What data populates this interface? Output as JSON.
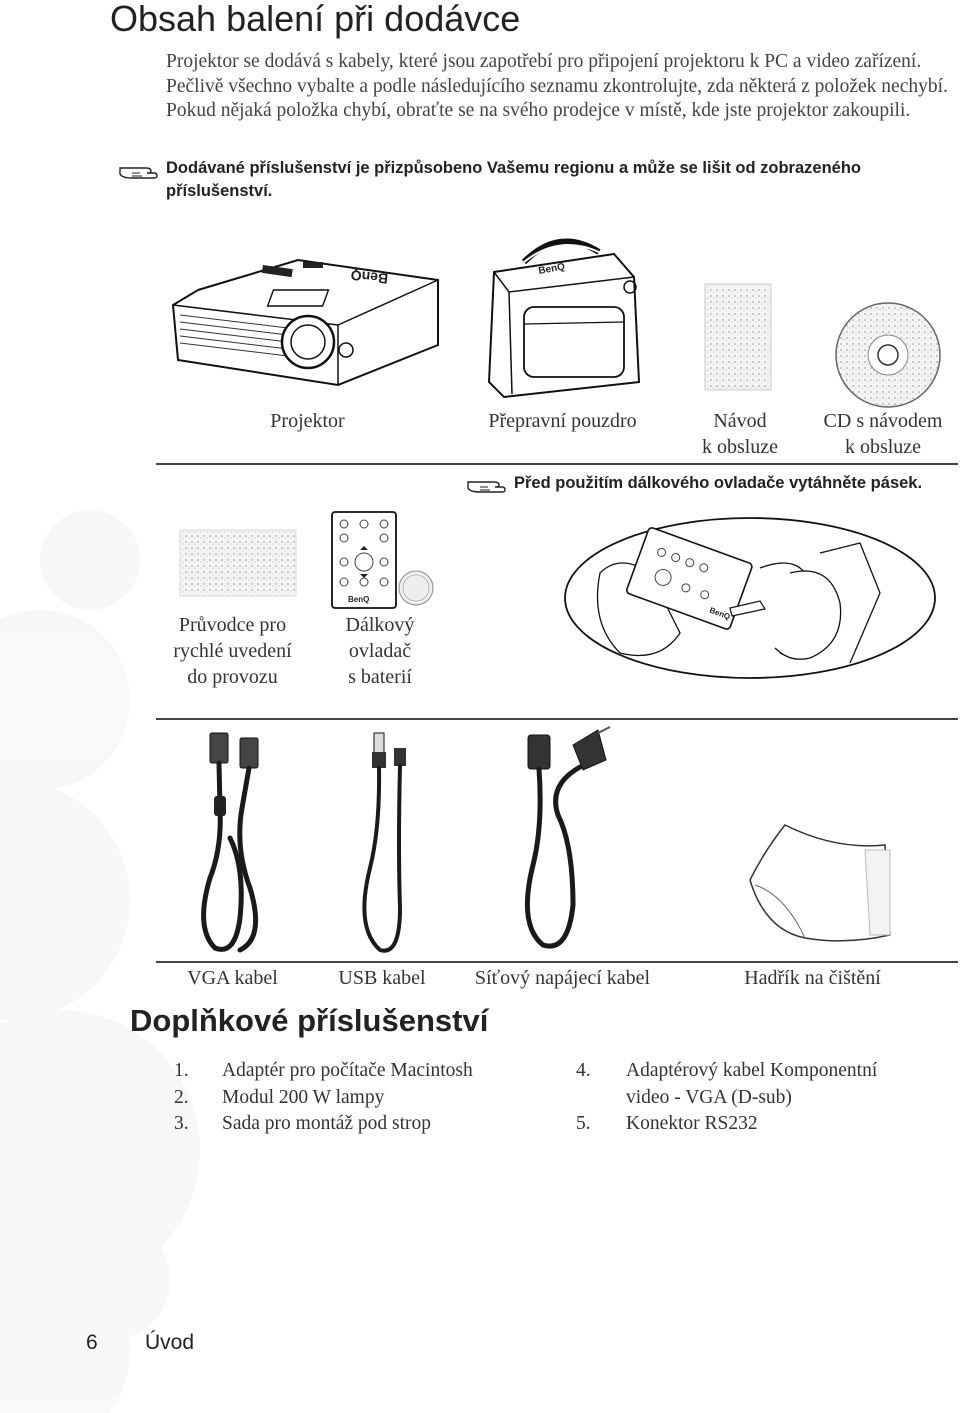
{
  "page_title": "Obsah balení při dodávce",
  "intro_text": "Projektor se dodává s kabely, které jsou zapotřebí pro připojení projektoru k PC a video zařízení. Pečlivě všechno vybalte a podle následujícího seznamu zkontrolujte, zda některá z položek nechybí. Pokud nějaká položka chybí, obraťte se na svého prodejce v místě, kde jste projektor zakoupili.",
  "note_region": "Dodávané příslušenství je přizpůsobeno Vašemu regionu a může se lišit od zobrazeného příslušenství.",
  "note_remote": "Před použitím dálkového ovladače vytáhněte pásek.",
  "row1_captions": {
    "projector": "Projektor",
    "case": "Přepravní pouzdro",
    "manual_line1": "Návod",
    "manual_line2": "k obsluze",
    "cd_line1": "CD s návodem",
    "cd_line2": "k obsluze"
  },
  "row2_captions": {
    "guide_line1": "Průvodce pro",
    "guide_line2": "rychlé uvedení",
    "guide_line3": "do provozu",
    "remote_line1": "Dálkový",
    "remote_line2": "ovladač",
    "remote_line3": "s baterií"
  },
  "row3_captions": {
    "vga": "VGA kabel",
    "usb": "USB kabel",
    "power": "Síťový napájecí kabel",
    "cloth": "Hadřík na čištění"
  },
  "brand_label": "BenQ",
  "optional_title": "Doplňkové příslušenství",
  "optional_items": [
    {
      "num": "1.",
      "text": "Adaptér pro počítače Macintosh"
    },
    {
      "num": "2.",
      "text": "Modul 200 W lampy"
    },
    {
      "num": "3.",
      "text": "Sada pro montáž pod strop"
    },
    {
      "num": "4.",
      "text": "Adaptérový kabel Komponentní"
    },
    {
      "num": "",
      "text": "video - VGA (D-sub)"
    },
    {
      "num": "5.",
      "text": "Konektor RS232"
    }
  ],
  "footer": {
    "page_number": "6",
    "section": "Úvod"
  }
}
